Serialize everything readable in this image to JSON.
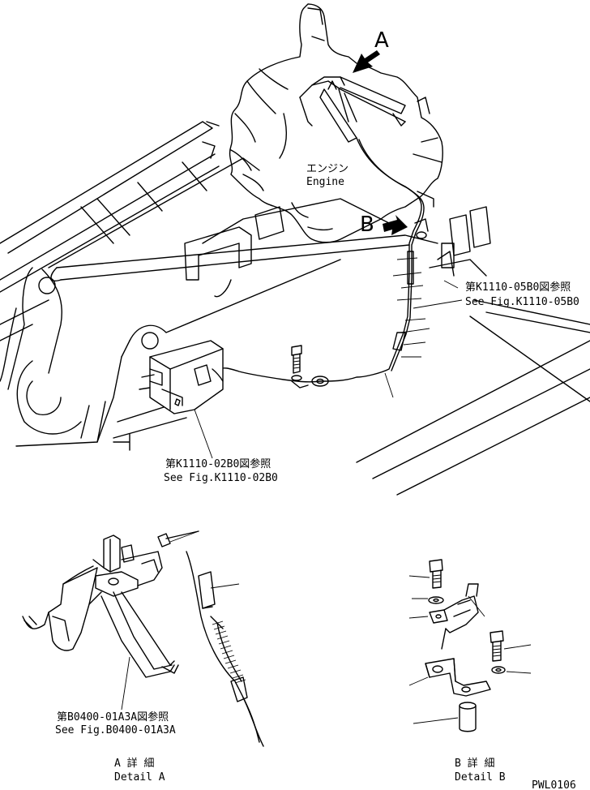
{
  "labels": {
    "view_a": "A",
    "view_b": "B",
    "engine_jp": "エンジン",
    "engine_en": "Engine",
    "ref_k1110_05b0_jp": "第K1110-05B0図参照",
    "ref_k1110_05b0_en": "See Fig.K1110-05B0",
    "ref_k1110_02b0_jp": "第K1110-02B0図参照",
    "ref_k1110_02b0_en": "See Fig.K1110-02B0",
    "ref_b0400_jp": "第B0400-01A3A図参照",
    "ref_b0400_en": "See Fig.B0400-01A3A",
    "detail_a_jp": "A 詳 細",
    "detail_a_en": "Detail A",
    "detail_b_jp": "B 詳 細",
    "detail_b_en": "Detail B",
    "drawing_code": "PWL0106"
  },
  "icons": [
    "view-arrow-icon",
    "bolt-icon",
    "washer-icon",
    "clamp-icon",
    "spacer-icon",
    "cable-icon"
  ]
}
